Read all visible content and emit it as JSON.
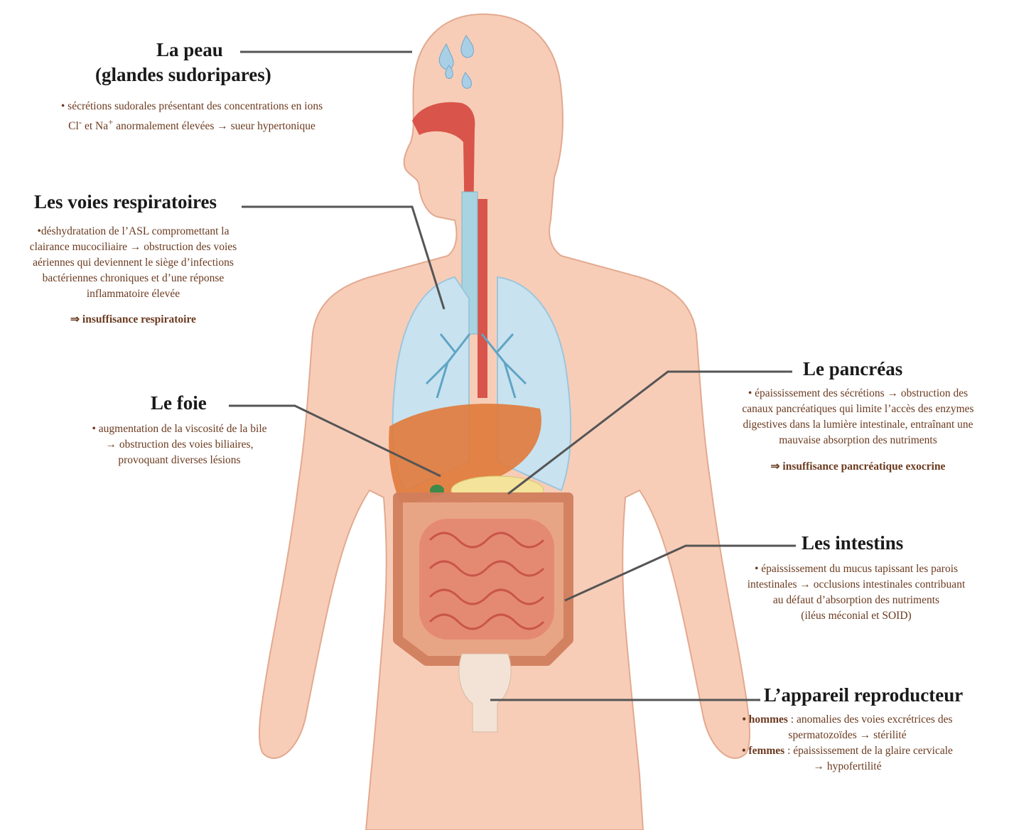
{
  "colors": {
    "title": "#1a1a1a",
    "description": "#6b3a1f",
    "leader_line": "#555555",
    "skin": "#f7cdb8",
    "lungs": "#c8e2f0",
    "liver": "#e07a3a",
    "intestine": "#e58a72"
  },
  "labels": {
    "peau": {
      "title": "La peau",
      "subtitle": "(glandes sudoripares)",
      "desc_1": "• sécrétions sudorales présentant des concentrations en ions",
      "desc_2_a": "Cl",
      "desc_2_sup1": "-",
      "desc_2_b": " et Na",
      "desc_2_sup2": "+",
      "desc_2_c": " anormalement élevées → sueur hypertonique"
    },
    "voies_respiratoires": {
      "title": "Les voies respiratoires",
      "desc_1": "•déshydratation de l’ASL  compromettant la",
      "desc_2": "clairance mucociliaire  → obstruction des voies",
      "desc_3": "aériennes qui deviennent le siège d’infections",
      "desc_4": "bactériennes chroniques et d’une réponse",
      "desc_5": "inflammatoire élevée",
      "conclusion_arrow": "⇒",
      "conclusion": "insuffisance respiratoire"
    },
    "foie": {
      "title": "Le foie",
      "desc_1": "• augmentation de la viscosité de la bile",
      "desc_2": "→ obstruction des voies biliaires,",
      "desc_3": "provoquant diverses lésions"
    },
    "pancreas": {
      "title": "Le pancréas",
      "desc_1": "• épaississement des sécrétions → obstruction des",
      "desc_2": "canaux pancréatiques qui limite l’accès des enzymes",
      "desc_3": "digestives dans la lumière intestinale, entraînant une",
      "desc_4": "mauvaise absorption des nutriments",
      "conclusion_arrow": "⇒",
      "conclusion": "insuffisance pancréatique exocrine"
    },
    "intestins": {
      "title": "Les intestins",
      "desc_1": "• épaississement du mucus tapissant les parois",
      "desc_2": "intestinales → occlusions intestinales contribuant",
      "desc_3": "au défaut d’absorption des nutriments",
      "desc_4": "(iléus méconial et SOID)"
    },
    "appareil_reproducteur": {
      "title": "L’appareil reproducteur",
      "hommes_label": "• hommes",
      "hommes_text": " : anomalies des voies excrétrices des",
      "hommes_text_2": "spermatozoïdes → stérilité",
      "femmes_label": "• femmes",
      "femmes_text": " : épaississement de la glaire cervicale",
      "femmes_text_2": "→ hypofertilité"
    }
  }
}
